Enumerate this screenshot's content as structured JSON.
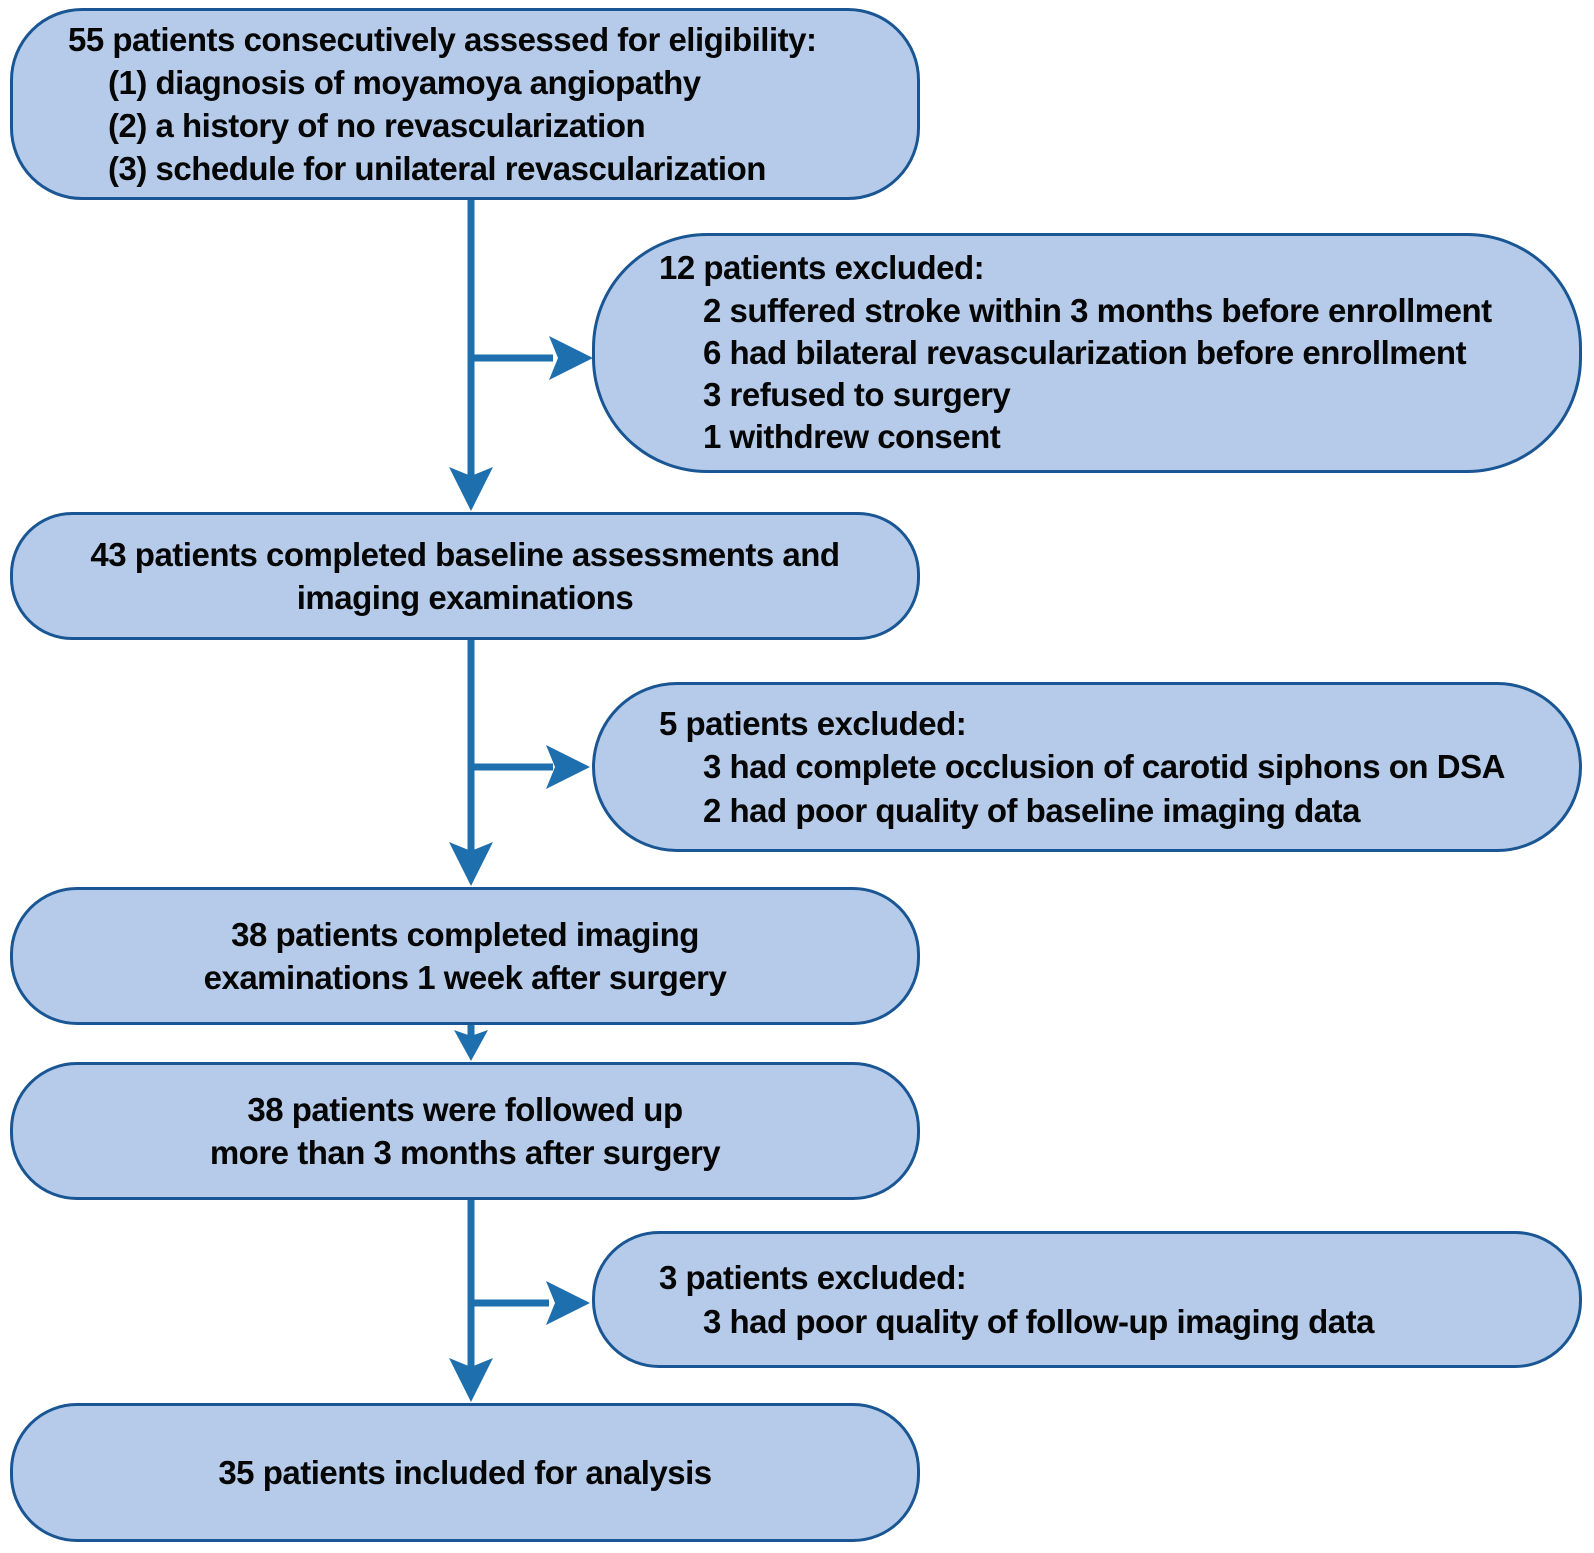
{
  "colors": {
    "box_fill": "#b5cbe9",
    "box_border": "#1a5694",
    "arrow": "#1e6fae",
    "text_color": "#060606",
    "bg": "#ffffff"
  },
  "flowchart": {
    "boxes": {
      "eligibility": {
        "count": 55,
        "lines": [
          "55 patients consecutively assessed for eligibility:",
          "(1) diagnosis of moyamoya angiopathy",
          "(2) a history of no revascularization",
          "(3) schedule for unilateral revascularization"
        ]
      },
      "excluded_12": {
        "count": 12,
        "lines": [
          "12 patients excluded:",
          "2 suffered stroke within 3 months before enrollment",
          "6 had bilateral revascularization before enrollment",
          "3 refused to surgery",
          "1 withdrew consent"
        ]
      },
      "baseline": {
        "count": 43,
        "lines": [
          "43 patients completed baseline assessments and",
          "imaging examinations"
        ]
      },
      "excluded_5": {
        "count": 5,
        "lines": [
          "5 patients excluded:",
          "3 had complete occlusion of carotid siphons on DSA",
          "2 had poor quality of baseline imaging data"
        ]
      },
      "one_week": {
        "count": 38,
        "lines": [
          "38 patients completed imaging",
          "examinations 1 week after surgery"
        ]
      },
      "follow_up": {
        "count": 38,
        "lines": [
          "38 patients were followed up",
          "more than 3 months after surgery"
        ]
      },
      "excluded_3": {
        "count": 3,
        "lines": [
          "3 patients excluded:",
          "3 had poor quality of follow-up imaging data"
        ]
      },
      "analysis": {
        "count": 35,
        "lines": [
          "35 patients included for analysis"
        ]
      }
    }
  }
}
